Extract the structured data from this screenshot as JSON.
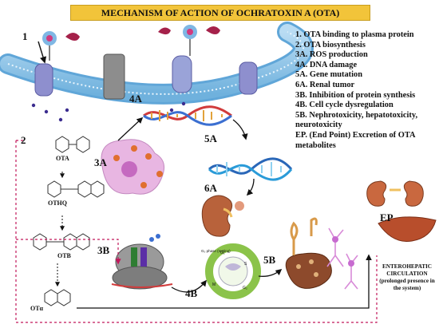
{
  "title": "MECHANISM OF ACTION OF OCHRATOXIN A (OTA)",
  "legend": [
    "1.  OTA binding to plasma protein",
    "2. OTA biosynthesis",
    "3A. ROS production",
    "4A. DNA damage",
    "5A. Gene mutation",
    "6A. Renal tumor",
    "3B. Inhibition of protein synthesis",
    "4B. Cell cycle dysregulation",
    "5B. Nephrotoxicity, hepatotoxicity, neurotoxicity",
    "EP. (End Point) Excretion of OTA metabolites"
  ],
  "labels": {
    "step1": "1",
    "step2": "2",
    "step3a": "3A",
    "step4a": "4A",
    "step5a": "5A",
    "step6a": "6A",
    "step3b": "3B",
    "step4b": "4B",
    "step5b": "5B",
    "ep": "EP"
  },
  "chemicals": {
    "ota": "OTA",
    "othq": "OTHQ",
    "otb": "OTB",
    "otalpha": "OTα"
  },
  "enterohepatic": "ENTEROHEPATIC CIRCULATION (prolonged presence in the system)",
  "cell_cycle": {
    "g0": "G₀ phase (resting)",
    "g1": "G₁",
    "s": "S",
    "g2": "G₂",
    "m": "M"
  },
  "colors": {
    "title_bg": "#f2c43a",
    "membrane": "#8fc4e8",
    "arrow": "#111111",
    "dashed_path": "#c2185b"
  }
}
